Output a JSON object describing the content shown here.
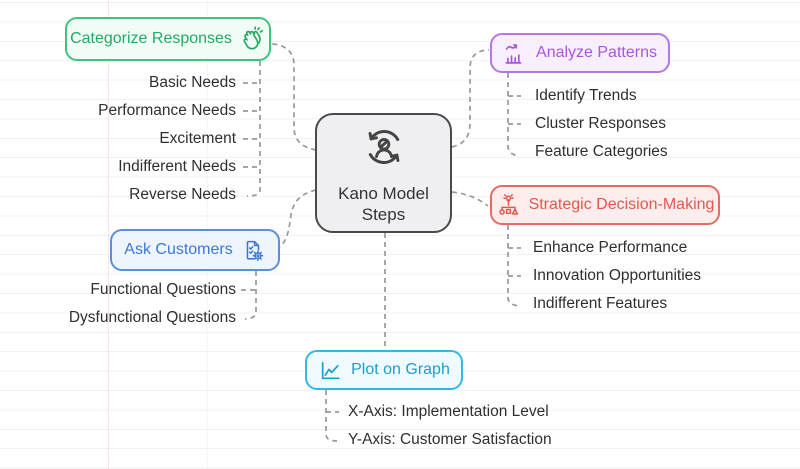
{
  "diagram": {
    "title": "Kano Model Steps mindmap",
    "center": {
      "title_line1": "Kano Model",
      "title_line2": "Steps",
      "icon": "process-cycle-user-icon",
      "border": "#4a4a4a",
      "fill": "#efeef0",
      "text_color": "#333333"
    },
    "branches": [
      {
        "label": "Categorize Responses",
        "icon": "clapping-hands-icon",
        "color": "#23a963",
        "border": "#3fc37f",
        "fill": "#f1fcf6",
        "children": [
          "Basic Needs",
          "Performance Needs",
          "Excitement",
          "Indifferent Needs",
          "Reverse Needs"
        ]
      },
      {
        "label": "Ask Customers",
        "icon": "survey-settings-icon",
        "color": "#3d78d8",
        "border": "#5b8fdd",
        "fill": "#eef5fd",
        "children": [
          "Functional Questions",
          "Dysfunctional Questions"
        ]
      },
      {
        "label": "Analyze Patterns",
        "icon": "bar-chart-trend-icon",
        "color": "#a756df",
        "border": "#b677e4",
        "fill": "#f8effd",
        "children": [
          "Identify Trends",
          "Cluster Responses",
          "Feature Categories"
        ]
      },
      {
        "label": "Strategic Decision-Making",
        "icon": "idea-decision-tree-icon",
        "color": "#e4574d",
        "border": "#e96a60",
        "fill": "#fdeeed",
        "children": [
          "Enhance Performance",
          "Innovation Opportunities",
          "Indifferent Features"
        ]
      },
      {
        "label": "Plot on Graph",
        "icon": "line-chart-icon",
        "color": "#189fd3",
        "border": "#36b8e6",
        "fill": "#effbfe",
        "children": [
          "X-Axis: Implementation Level",
          "Y-Axis: Customer Satisfaction"
        ]
      }
    ],
    "connector_color": "#999999",
    "leaf_text_color": "#2f2f2f"
  }
}
